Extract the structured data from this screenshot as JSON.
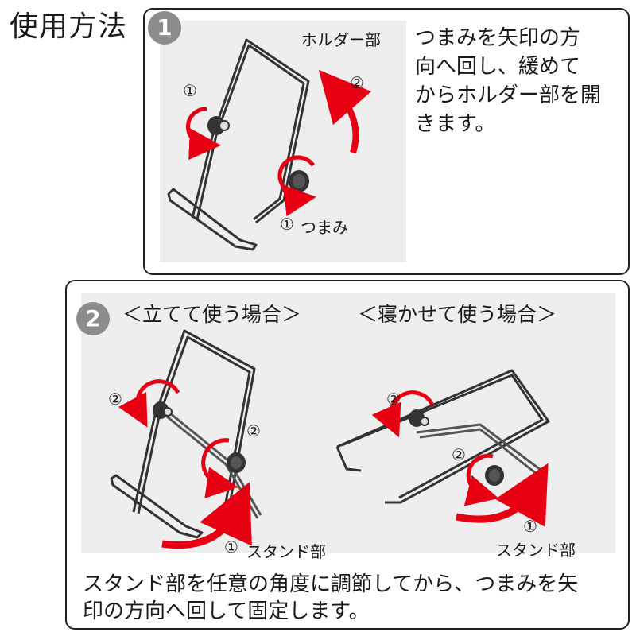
{
  "heading": "使用方法",
  "step1": {
    "badge": "1",
    "holder_label": "ホルダー部",
    "circle_1a": "①",
    "circle_2": "②",
    "circle_1b": "①",
    "knob_label": "つまみ",
    "instruction_lines": [
      "つまみを矢印の方",
      "向へ回し、緩めて",
      "からホルダー部を開",
      "きます。"
    ]
  },
  "step2": {
    "badge": "2",
    "stand_heading": "＜立てて使う場合＞",
    "lay_heading": "＜寝かせて使う場合＞",
    "left_circle_2a": "②",
    "left_circle_2b": "②",
    "left_circle_1": "①",
    "left_stand_label": "スタンド部",
    "right_circle_2a": "②",
    "right_circle_2b": "②",
    "right_circle_1": "①",
    "right_stand_label": "スタンド部",
    "instruction_lines": [
      "スタンド部を任意の角度に調節してから、つまみを矢",
      "印の方向へ回して固定します。"
    ]
  },
  "colors": {
    "accent_red": "#e60012",
    "gray_panel": "#eeeeee",
    "badge_gray": "#8c8c8c"
  }
}
